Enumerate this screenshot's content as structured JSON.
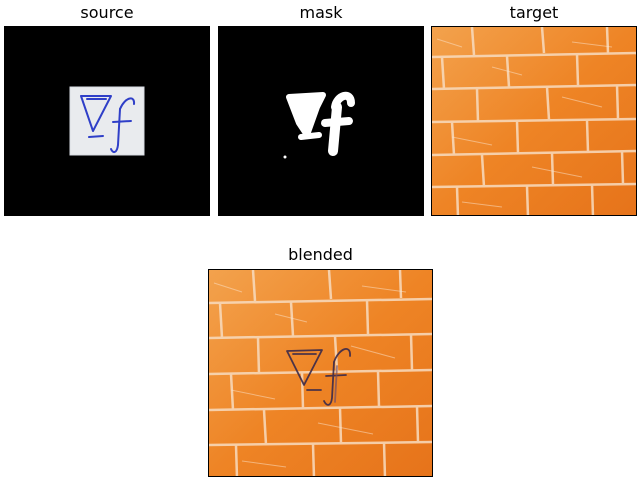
{
  "panels": {
    "source": {
      "title": "source"
    },
    "mask": {
      "title": "mask"
    },
    "target": {
      "title": "target"
    },
    "blended": {
      "title": "blended"
    }
  },
  "colors": {
    "background": "#000000",
    "paper": "#e9ebee",
    "ink_blue": "#2f3fc8",
    "mask_white": "#ffffff",
    "brick_orange": "#f08a2a",
    "brick_dark": "#d96a12",
    "mortar": "#f6d7b4",
    "ink_blended": "#3b2a4a"
  },
  "glyph_text": "∇f"
}
